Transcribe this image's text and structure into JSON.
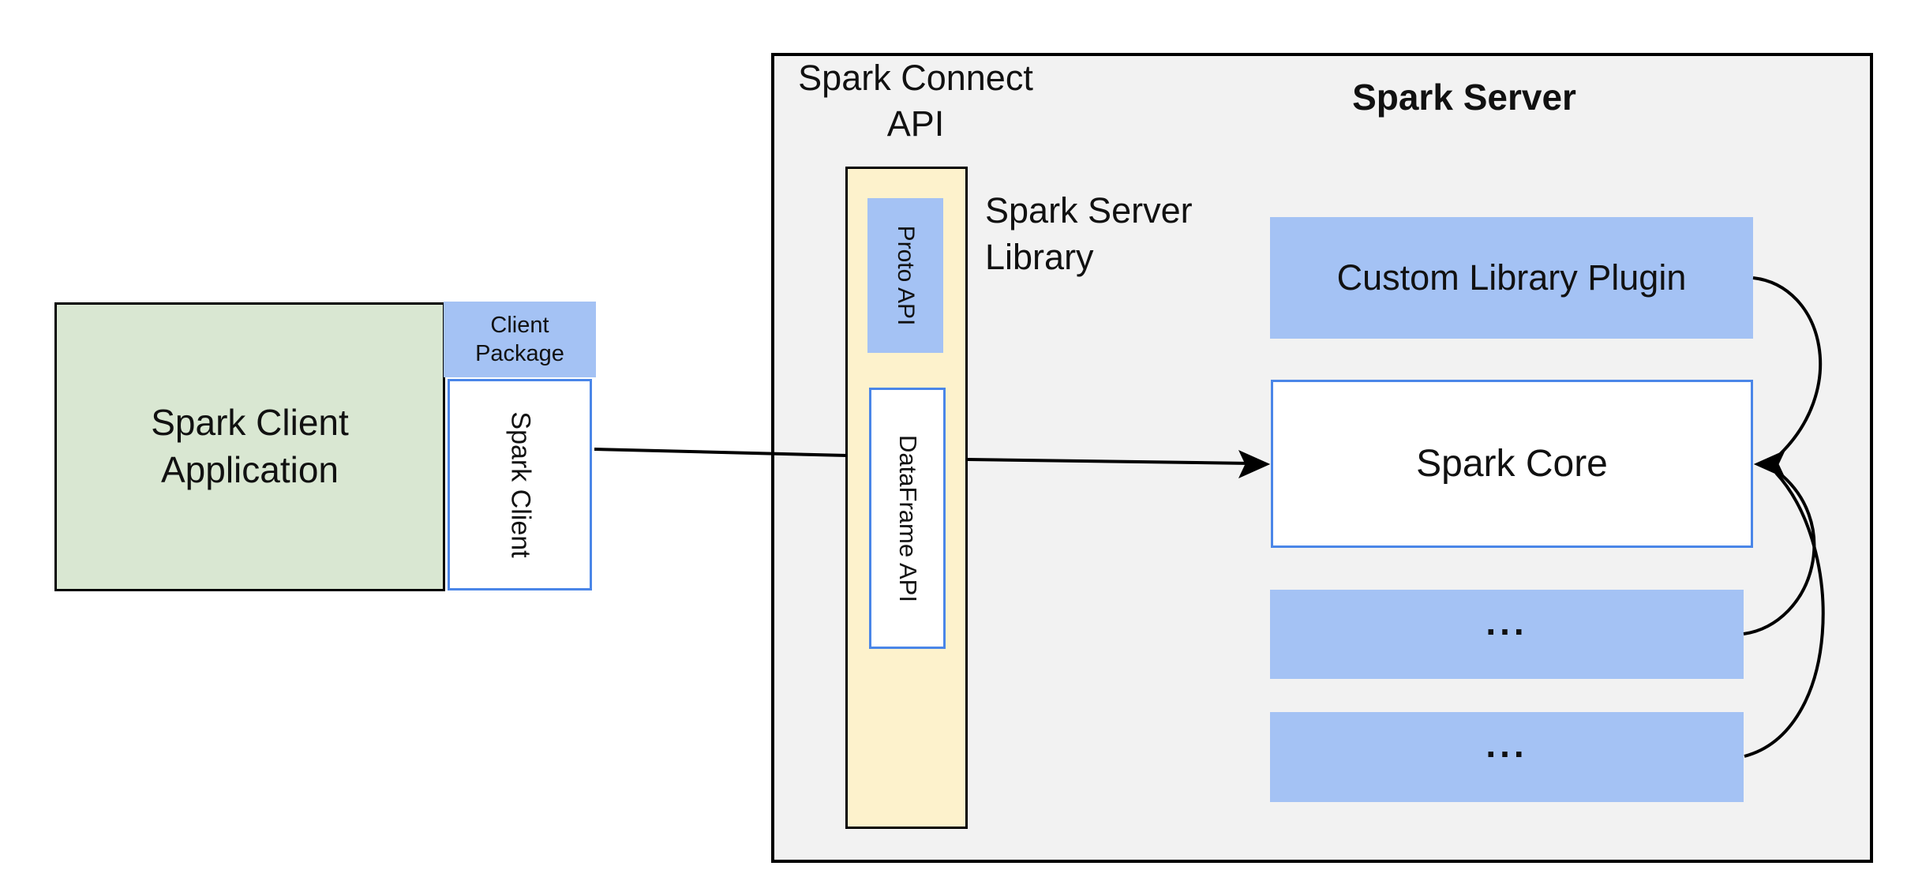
{
  "diagram": {
    "client_app": {
      "line1": "Spark Client",
      "line2": "Application"
    },
    "client_package": {
      "line1": "Client",
      "line2": "Package"
    },
    "spark_client_label": "Spark Client",
    "connect_api": {
      "line1": "Spark Connect",
      "line2": "API"
    },
    "proto_api_label": "Proto API",
    "dataframe_api_label": "DataFrame API",
    "server_library": {
      "line1": "Spark Server",
      "line2": "Library"
    },
    "server_title": "Spark Server",
    "plugin_label": "Custom Library Plugin",
    "core_label": "Spark Core",
    "lib_ellipsis_1": "...",
    "lib_ellipsis_2": "..."
  },
  "colors": {
    "green-fill": "#d9e7d2",
    "blue-fill": "#a4c2f4",
    "yellow-fill": "#fdf2cc",
    "gray-fill": "#f2f2f2",
    "blue-border": "#4a86e8",
    "line": "#000000",
    "text": "#111111"
  }
}
